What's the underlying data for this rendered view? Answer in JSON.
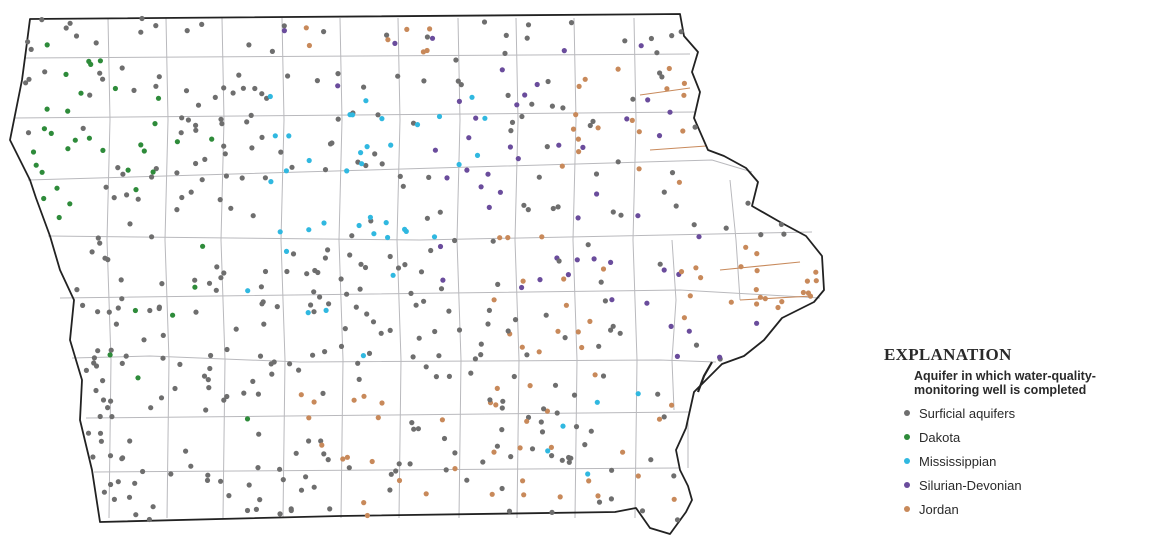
{
  "legend": {
    "title": "EXPLANATION",
    "subtitle_line1": "Aquifer in which water-quality-",
    "subtitle_line2": "monitoring well is completed",
    "items": [
      {
        "key": "surficial",
        "label": "Surficial aquifers",
        "color": "#6e6e6e"
      },
      {
        "key": "dakota",
        "label": "Dakota",
        "color": "#2e8b3a"
      },
      {
        "key": "mississippian",
        "label": "Mississippian",
        "color": "#30b8e0"
      },
      {
        "key": "silurian_devonian",
        "label": "Silurian-Devonian",
        "color": "#6a4c9c"
      },
      {
        "key": "jordan",
        "label": "Jordan",
        "color": "#c8895a"
      }
    ]
  },
  "map_colors": {
    "county_line": "#b9b9bd",
    "state_line": "#222222",
    "river_accent": "#c88a5c"
  }
}
